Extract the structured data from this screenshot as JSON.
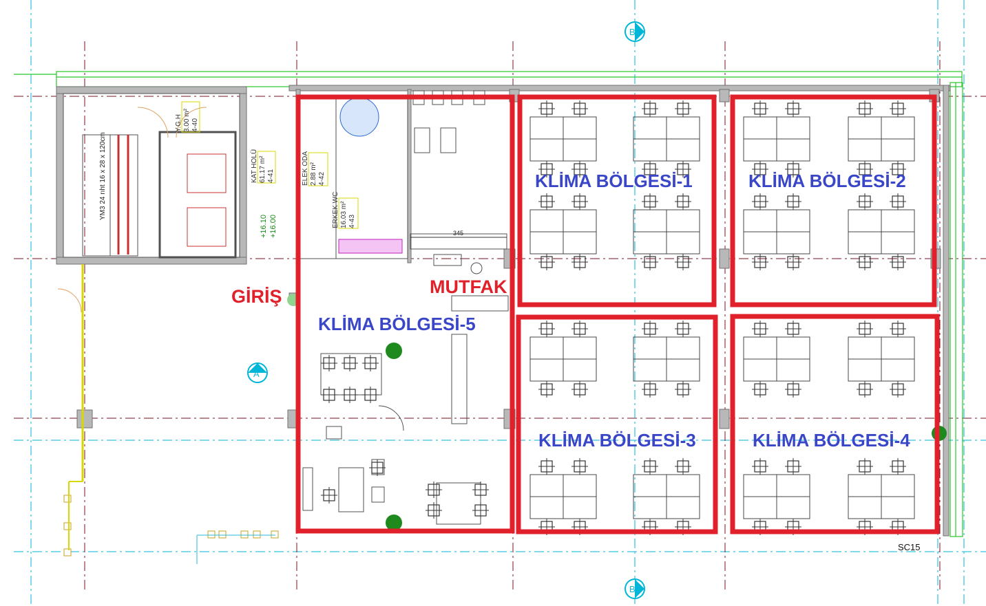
{
  "title": "",
  "zones": [
    {
      "id": "zone-1",
      "label": "KLİMA BÖLGESİ-1"
    },
    {
      "id": "zone-2",
      "label": "KLİMA BÖLGESİ-2"
    },
    {
      "id": "zone-3",
      "label": "KLİMA BÖLGESİ-3"
    },
    {
      "id": "zone-4",
      "label": "KLİMA BÖLGESİ-4"
    },
    {
      "id": "zone-5",
      "label": "KLİMA BÖLGESİ-5"
    }
  ],
  "entrance_label": "GİRİŞ",
  "kitchen_label": "MUTFAK",
  "grid_markers": {
    "top": "B",
    "bottom": "B",
    "left": "A"
  },
  "sheet_code": "SC15",
  "stair_text": "YM3 24 rıht 16 x 28 x 120cm",
  "kat_holu": [
    "KAT HOLÜ",
    "61.17 m²",
    "4-41"
  ],
  "ygh": [
    "Y.G.H",
    "3.00 m²",
    "4-40"
  ],
  "elek_oda": [
    "ELEK ODA",
    "2.88 m²",
    "4-42"
  ],
  "erkek_wc": [
    "ERKEK WC",
    "16.03 m²",
    "4-43"
  ],
  "levels": [
    "+16.10",
    "+16.00"
  ],
  "dimension_345": "345",
  "colors": {
    "zone_border": "#e0202a",
    "zone_text": "#3a46c8",
    "axis": "#7a1020",
    "cyan_axis": "#00b6d8",
    "wall": "#8a8a8a",
    "green": "#28c828",
    "yellow": "#d8d800"
  }
}
